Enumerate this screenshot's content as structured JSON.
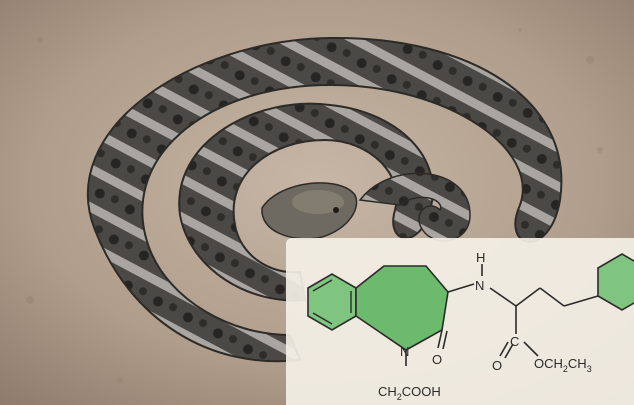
{
  "figure": {
    "subject": "Snake coiled on ground with chemical structure overlay",
    "structure_labels": {
      "nh_h": "H",
      "nh_n": "N",
      "ring_n": "N",
      "ring_o": "O",
      "acid_group_prefix": "CH",
      "acid_group_sub": "2",
      "acid_group_suffix": "COOH",
      "ester_c": "C",
      "ester_o_dbl": "O",
      "ester_group_prefix": "OCH",
      "ester_group_sub": "2",
      "ester_group_suffix": "CH",
      "ester_group_sub2": "3"
    },
    "colors": {
      "ring_fill": "#7fc47f",
      "ring_fill_dark": "#57ad5a",
      "bond": "#2b2b2b",
      "panel": "#f4f0e6"
    }
  }
}
